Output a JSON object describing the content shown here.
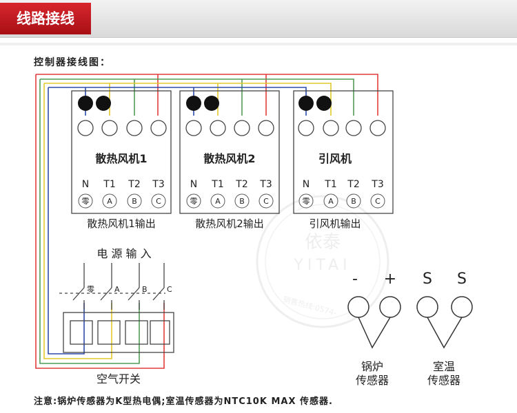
{
  "header": {
    "title": "线路接线"
  },
  "subtitle": "控制器接线图：",
  "controllers": [
    {
      "name": "散热风机1",
      "output_label": "散热风机1输出"
    },
    {
      "name": "散热风机2",
      "output_label": "散热风机2输出"
    },
    {
      "name": "引风机",
      "output_label": "引风机输出"
    }
  ],
  "terminals": [
    "N",
    "T1",
    "T2",
    "T3"
  ],
  "terminal_marks": [
    "零",
    "A",
    "B",
    "C"
  ],
  "power": {
    "label": "电 源 输 入",
    "terminals": [
      "零",
      "A",
      "B",
      "C"
    ],
    "switch_label": "空气开关"
  },
  "sensors": [
    {
      "name_line1": "锅炉",
      "name_line2": "传感器",
      "terminal_left": "-",
      "terminal_right": "+"
    },
    {
      "name_line1": "室温",
      "name_line2": "传感器",
      "terminal_left": "S",
      "terminal_right": "S"
    }
  ],
  "footnote": "注意:锅炉传感器为K型热电偶;室温传感器为NTC10K MAX 传感器.",
  "watermark": {
    "brand_cn": "依泰",
    "brand_en": "YITAI",
    "hotline": "销售热线:0574-"
  },
  "colors": {
    "red": "#e23b3b",
    "blue": "#2d4aa8",
    "green": "#4f9c55",
    "yellow": "#e2c82a",
    "accent": "#c8161d"
  }
}
